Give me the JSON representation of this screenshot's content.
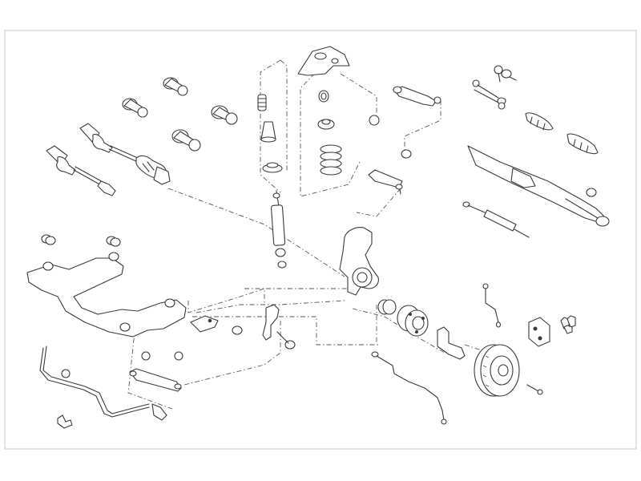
{
  "diagram": {
    "style": "isometric line-art exploded view",
    "background": "#ffffff",
    "line_color": "#3a3a3a",
    "parts": [
      "drive-shaft",
      "cv-joint-boot",
      "strut-mount",
      "shock-absorber",
      "coil-spring",
      "control-arm",
      "tie-rod",
      "steering-rack",
      "steering-knuckle",
      "wheel-hub",
      "brake-disc",
      "brake-pads",
      "subframe",
      "stabilizer-bar",
      "sensor-cable"
    ]
  }
}
